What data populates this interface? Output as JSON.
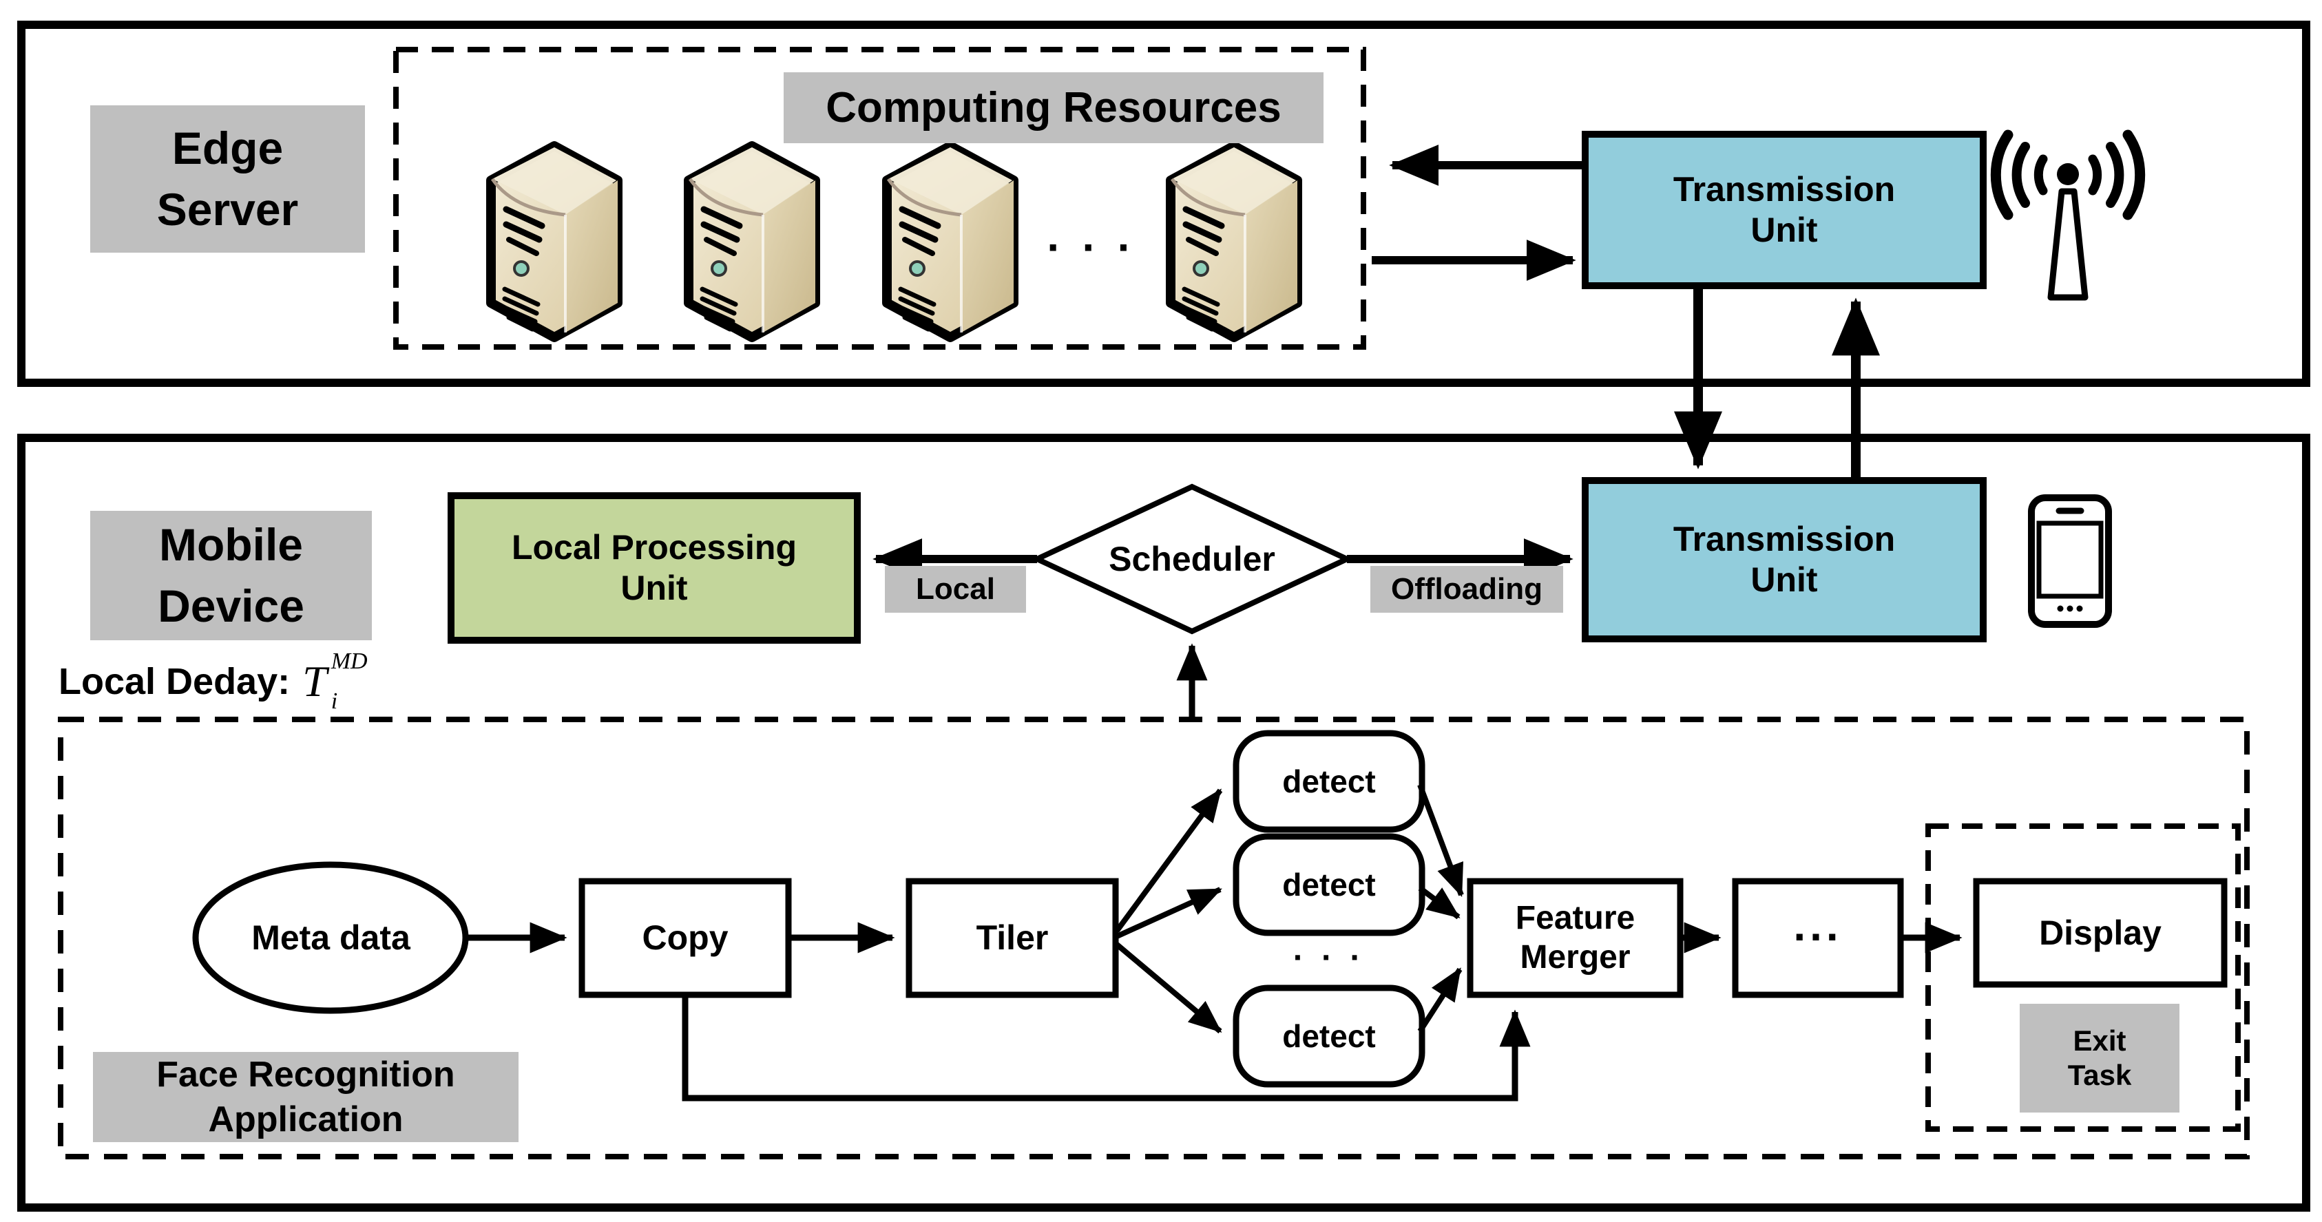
{
  "edge_server": {
    "label_lines": [
      "Edge",
      "Server"
    ],
    "computing_resources": {
      "label": "Computing Resources",
      "server_count": 4,
      "ellipsis": "· · ·"
    },
    "transmission_unit": {
      "label_lines": [
        "Transmission",
        "Unit"
      ]
    }
  },
  "mobile_device": {
    "label_lines": [
      "Mobile",
      "Device"
    ],
    "local_processing_unit": {
      "label_lines": [
        "Local Processing",
        "Unit"
      ]
    },
    "scheduler": {
      "label": "Scheduler"
    },
    "branches": {
      "local": "Local",
      "offloading": "Offloading"
    },
    "transmission_unit": {
      "label_lines": [
        "Transmission",
        "Unit"
      ]
    },
    "local_delay": {
      "prefix": "Local Deday:",
      "variable": "T",
      "superscript": "MD",
      "subscript": "i"
    },
    "application": {
      "label_lines": [
        "Face Recognition",
        "Application"
      ],
      "meta_data": "Meta data",
      "copy": "Copy",
      "tiler": "Tiler",
      "detect": [
        "detect",
        "detect",
        "detect"
      ],
      "detect_ellipsis": "· · ·",
      "feature_merger_lines": [
        "Feature",
        "Merger"
      ],
      "more_box": "...",
      "display": "Display",
      "exit_task_lines": [
        "Exit",
        "Task"
      ]
    }
  },
  "colors": {
    "transmission_unit_fill": "#92CDDC",
    "local_processing_fill": "#C3D69B",
    "label_background": "#BFBFBF",
    "line_color": "#000000",
    "server_front": "#E9DFC2",
    "server_side": "#D6C69E",
    "server_top": "#F5EFDF"
  },
  "icons": [
    "server-icon",
    "antenna-icon",
    "phone-icon"
  ]
}
